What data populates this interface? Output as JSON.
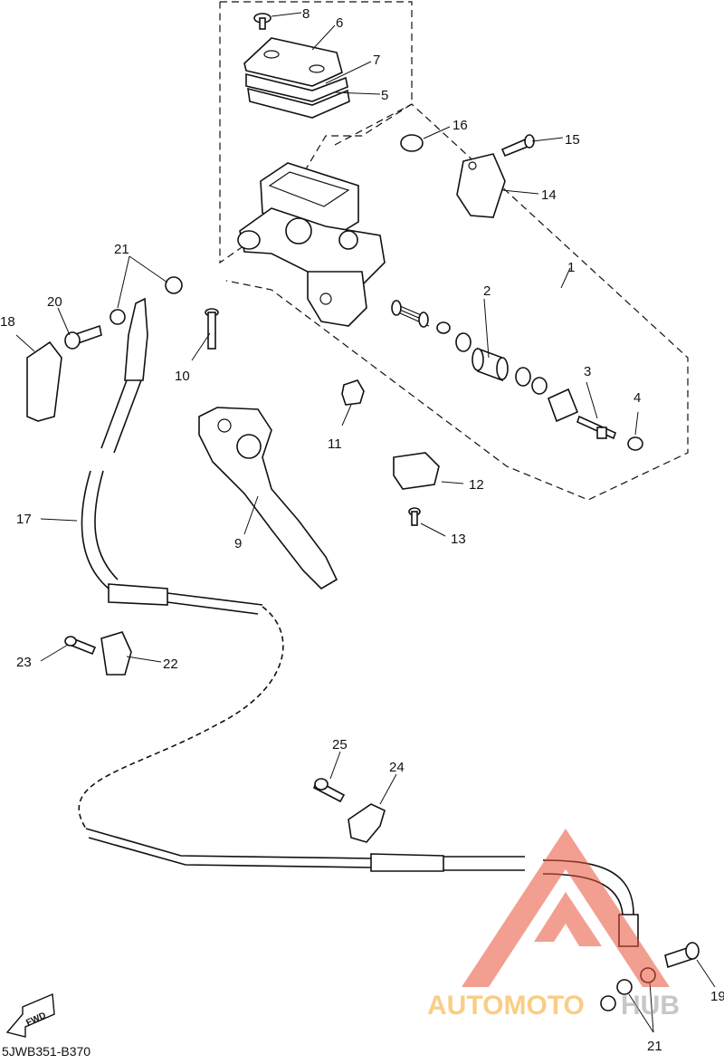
{
  "diagram": {
    "callouts": [
      "1",
      "2",
      "3",
      "4",
      "5",
      "6",
      "7",
      "8",
      "9",
      "10",
      "11",
      "12",
      "13",
      "14",
      "15",
      "16",
      "17",
      "18",
      "19",
      "20",
      "21",
      "22",
      "23",
      "24",
      "25"
    ],
    "duplicate_callouts": {
      "left_21": "21",
      "right_21": "21",
      "right_19": "19"
    },
    "fwd_label": "FWD",
    "code": "5JWB351-B370"
  },
  "watermark": {
    "brand_part1": "AUTOMOTO",
    "brand_part2": "HUB",
    "color_red": "#e8513a",
    "color_orange": "#f5a623"
  }
}
